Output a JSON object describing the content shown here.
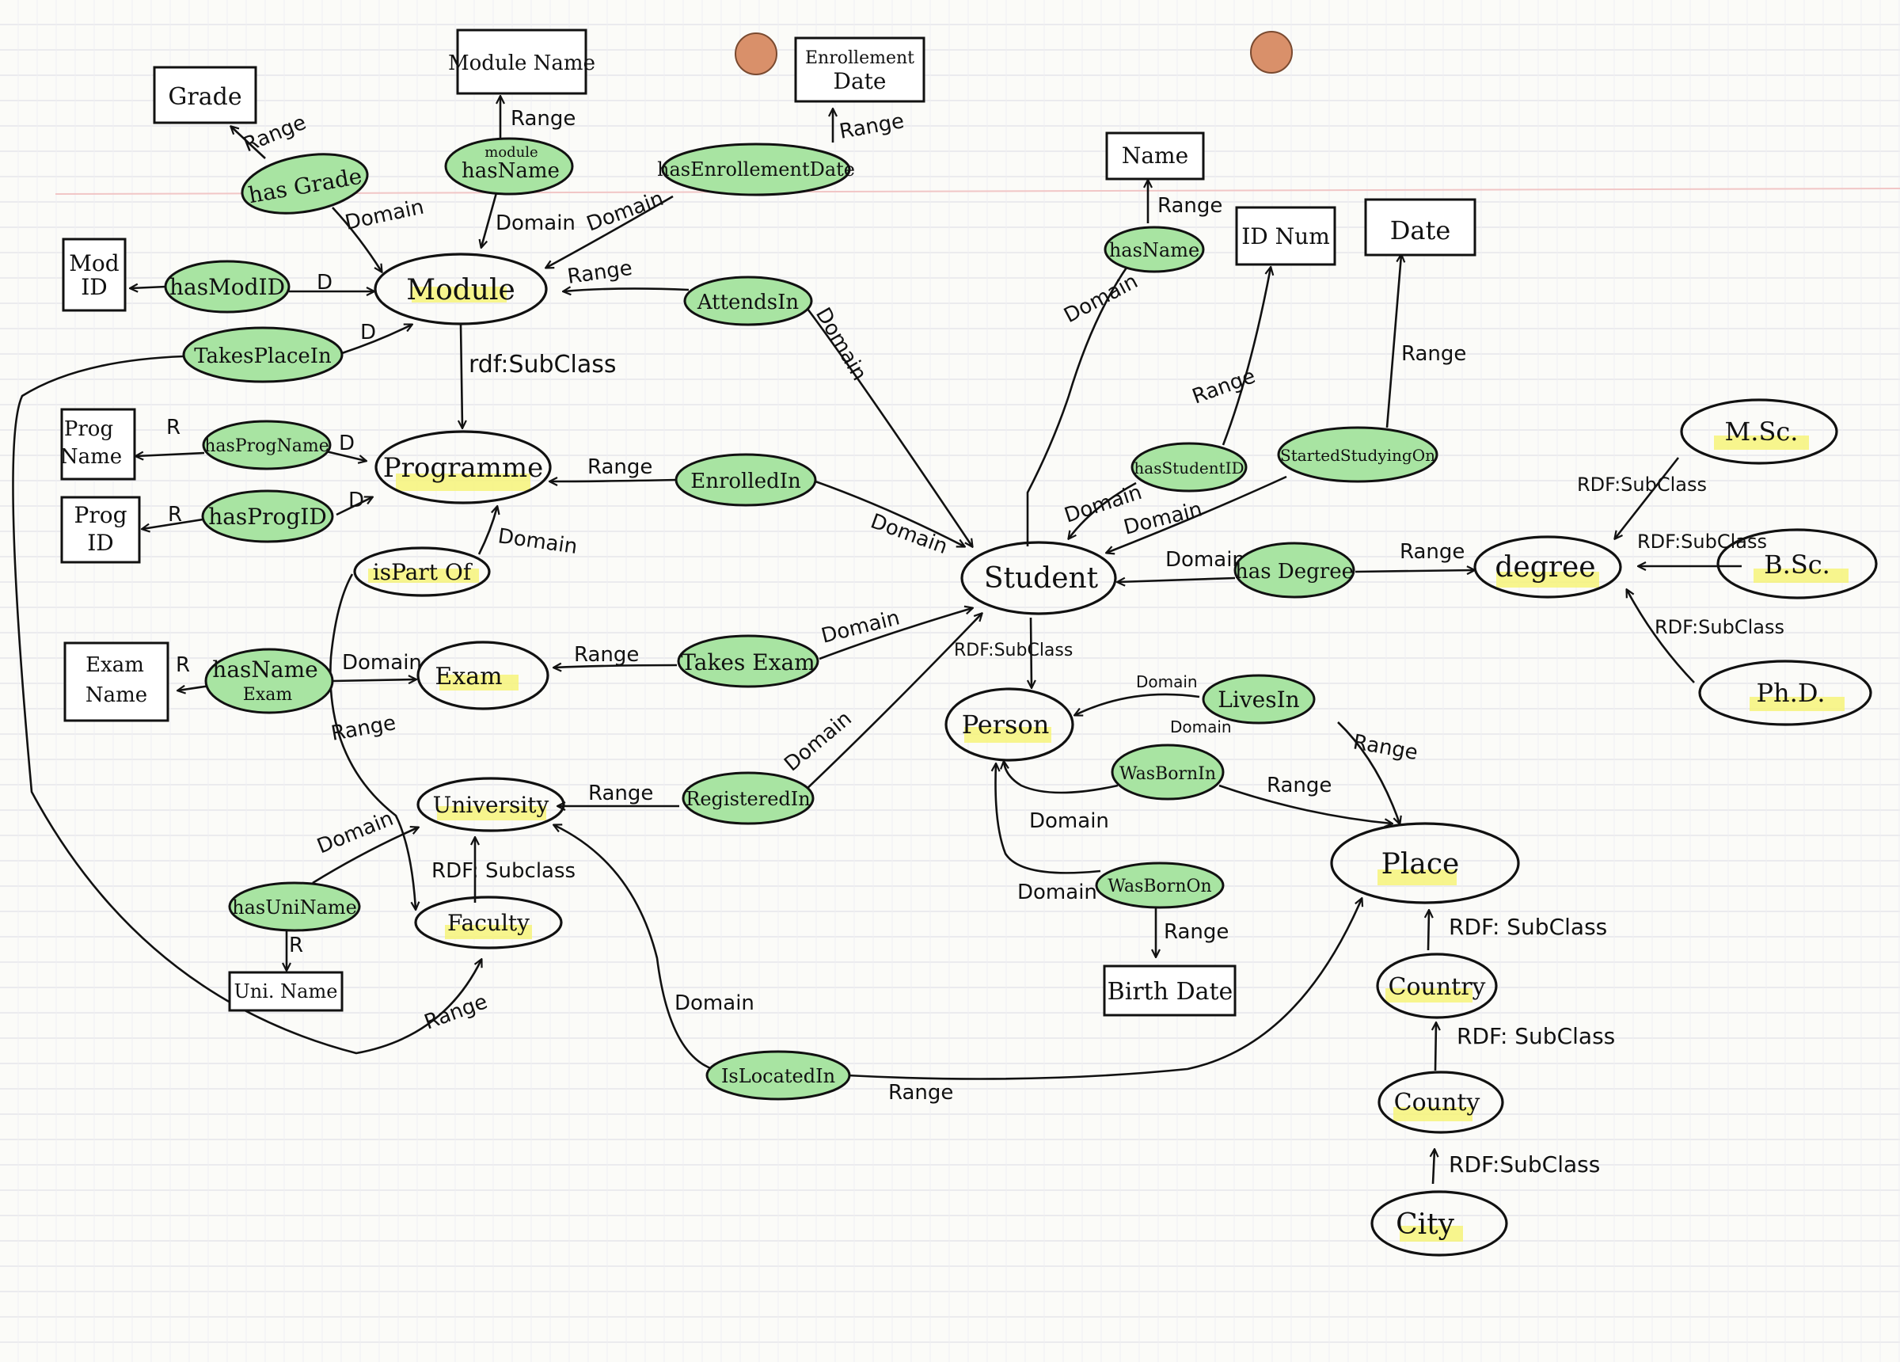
{
  "colors": {
    "paper": "#fbfbf8",
    "grid": "#e6e6ea",
    "margin_line": "#f1c6c6",
    "class_highlight": "#f6f37a",
    "property_fill": "#a8e4a2",
    "hole": "#d9906a"
  },
  "classes": {
    "module": "Module",
    "programme": "Programme",
    "is_part_of": "isPart Of",
    "exam": "Exam",
    "university": "University",
    "faculty": "Faculty",
    "student": "Student",
    "person": "Person",
    "place": "Place",
    "country": "Country",
    "county": "County",
    "city": "City",
    "degree": "degree",
    "msc": "M.Sc.",
    "bsc": "B.Sc.",
    "phd": "Ph.D."
  },
  "properties": {
    "has_grade": "has Grade",
    "has_name_module_sup": "module",
    "has_name_module": "hasName",
    "has_enrollment_date": "hasEnrollementDate",
    "has_mod_id": "hasModID",
    "takes_place_in": "TakesPlaceIn",
    "attends_in": "AttendsIn",
    "has_prog_name": "hasProgName",
    "has_prog_id": "hasProgID",
    "enrolled_in": "EnrolledIn",
    "has_name_exam": "hasName",
    "has_name_exam_sub": "Exam",
    "takes_exam": "Takes Exam",
    "registered_in": "RegisteredIn",
    "has_uni_name": "hasUniName",
    "is_located_in": "IsLocatedIn",
    "has_name_student": "hasName",
    "has_student_id": "hasStudentID",
    "started_study": "StartedStudyingOn",
    "has_degree": "has Degree",
    "lives_in": "LivesIn",
    "was_born_in": "WasBornIn",
    "was_born_on": "WasBornOn"
  },
  "literals": {
    "grade": "Grade",
    "module_name": "Module Name",
    "enrollment_date_1": "Enrollement",
    "enrollment_date_2": "Date",
    "mod_id_1": "Mod",
    "mod_id_2": "ID",
    "prog_name_1": "Prog",
    "prog_name_2": "Name",
    "prog_id_1": "Prog",
    "prog_id_2": "ID",
    "exam_name_1": "Exam",
    "exam_name_2": "Name",
    "uni_name": "Uni. Name",
    "name": "Name",
    "id_num": "ID Num",
    "date": "Date",
    "birth_date": "Birth Date"
  },
  "edge_labels": {
    "range": "Range",
    "domain": "Domain",
    "d": "D",
    "r": "R",
    "rdf_subclass": "rdf:SubClass",
    "rdf_sub_class": "RDF: SubClass",
    "rdf_subclass_short": "RDF:SubClass",
    "rdf_subclass_upper": "RDF:SubClass",
    "rdf_subclass_spaced": "RDF: Subclass"
  }
}
